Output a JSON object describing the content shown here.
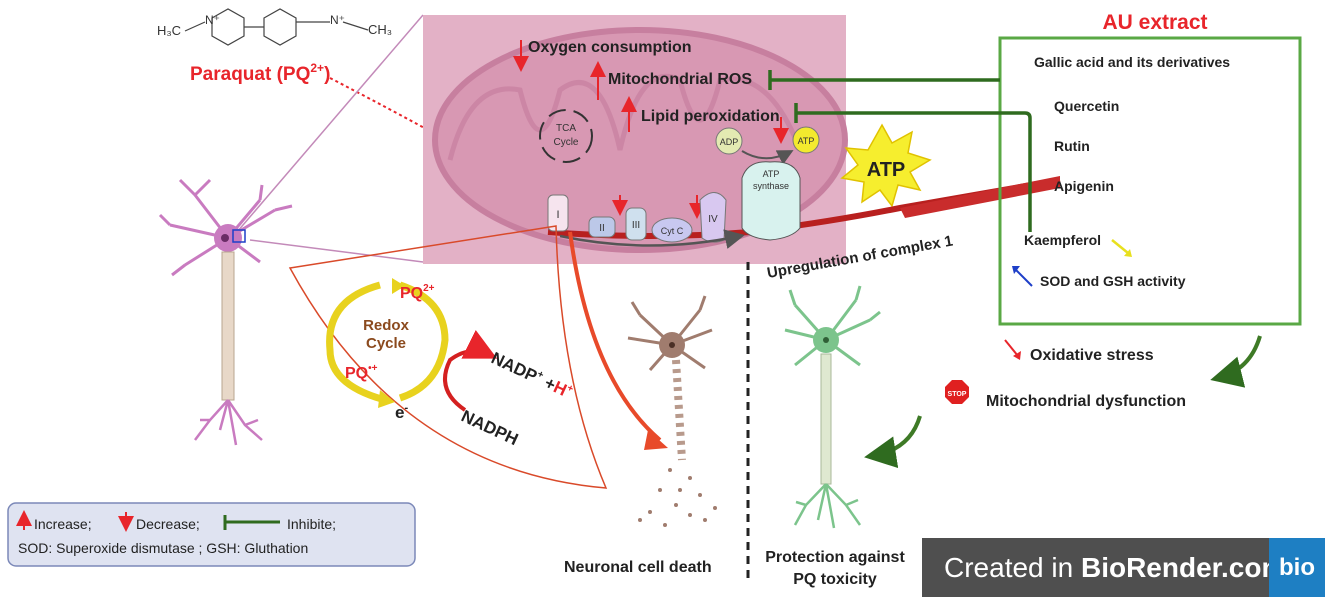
{
  "paraquat": {
    "label": "Paraquat (PQ",
    "label_sup": "2+",
    "label_end": ")",
    "left_group": "H₃C",
    "right_group": "CH₃",
    "n_plus": "N⁺"
  },
  "mito": {
    "oxygen": "Oxygen consumption",
    "ros": "Mitochondrial ROS",
    "lipid": "Lipid peroxidation",
    "tca_line1": "TCA",
    "tca_line2": "Cycle",
    "adp": "ADP",
    "atp_small": "ATP",
    "atp_big": "ATP",
    "synthase_line1": "ATP",
    "synthase_line2": "synthase",
    "complex_1": "I",
    "complex_2": "II",
    "complex_3": "III",
    "cytc": "Cyt C",
    "complex_4": "IV",
    "upregulation": "Upregulation of complex 1"
  },
  "au": {
    "title": "AU extract",
    "gallic": "Gallic acid and its derivatives",
    "quercetin": "Quercetin",
    "rutin": "Rutin",
    "apigenin": "Apigenin",
    "kaempferol": "Kaempferol",
    "sod_gsh": "SOD and GSH activity"
  },
  "effects": {
    "oxidative": "Oxidative stress",
    "stop": "STOP",
    "dysfunction": "Mitochondrial dysfunction"
  },
  "redox": {
    "pq2": "PQ",
    "pq2_sup": "2+",
    "pq1": "PQ",
    "pq1_sup": "•+",
    "cycle1": "Redox",
    "cycle2": "Cycle",
    "electron": "e",
    "electron_sup": "-",
    "nadp": "NADP",
    "nadp_sup": "+",
    "plus": " +",
    "h": "H",
    "h_sup": "+",
    "nadph": "NADPH"
  },
  "outcomes": {
    "death": "Neuronal cell death",
    "protection_line1": "Protection against",
    "protection_line2": "PQ toxicity"
  },
  "legend": {
    "increase": "Increase;",
    "decrease": "Decrease;",
    "inhibite": "Inhibite;",
    "line2": "SOD: Superoxide dismutase ; GSH: Gluthation"
  },
  "badge": {
    "prefix": "Created in ",
    "brand": "BioRender.com",
    "logo": "bio"
  },
  "colors": {
    "red": "#e8252b",
    "green_inhibit": "#2f6b1f",
    "au_border": "#5aa845",
    "mito_bg": "#e7b4ca",
    "neuron_purple": "#c97bc0",
    "neuron_brown": "#a07c6e",
    "neuron_green": "#7cc48c",
    "yellow": "#e8d21e"
  }
}
